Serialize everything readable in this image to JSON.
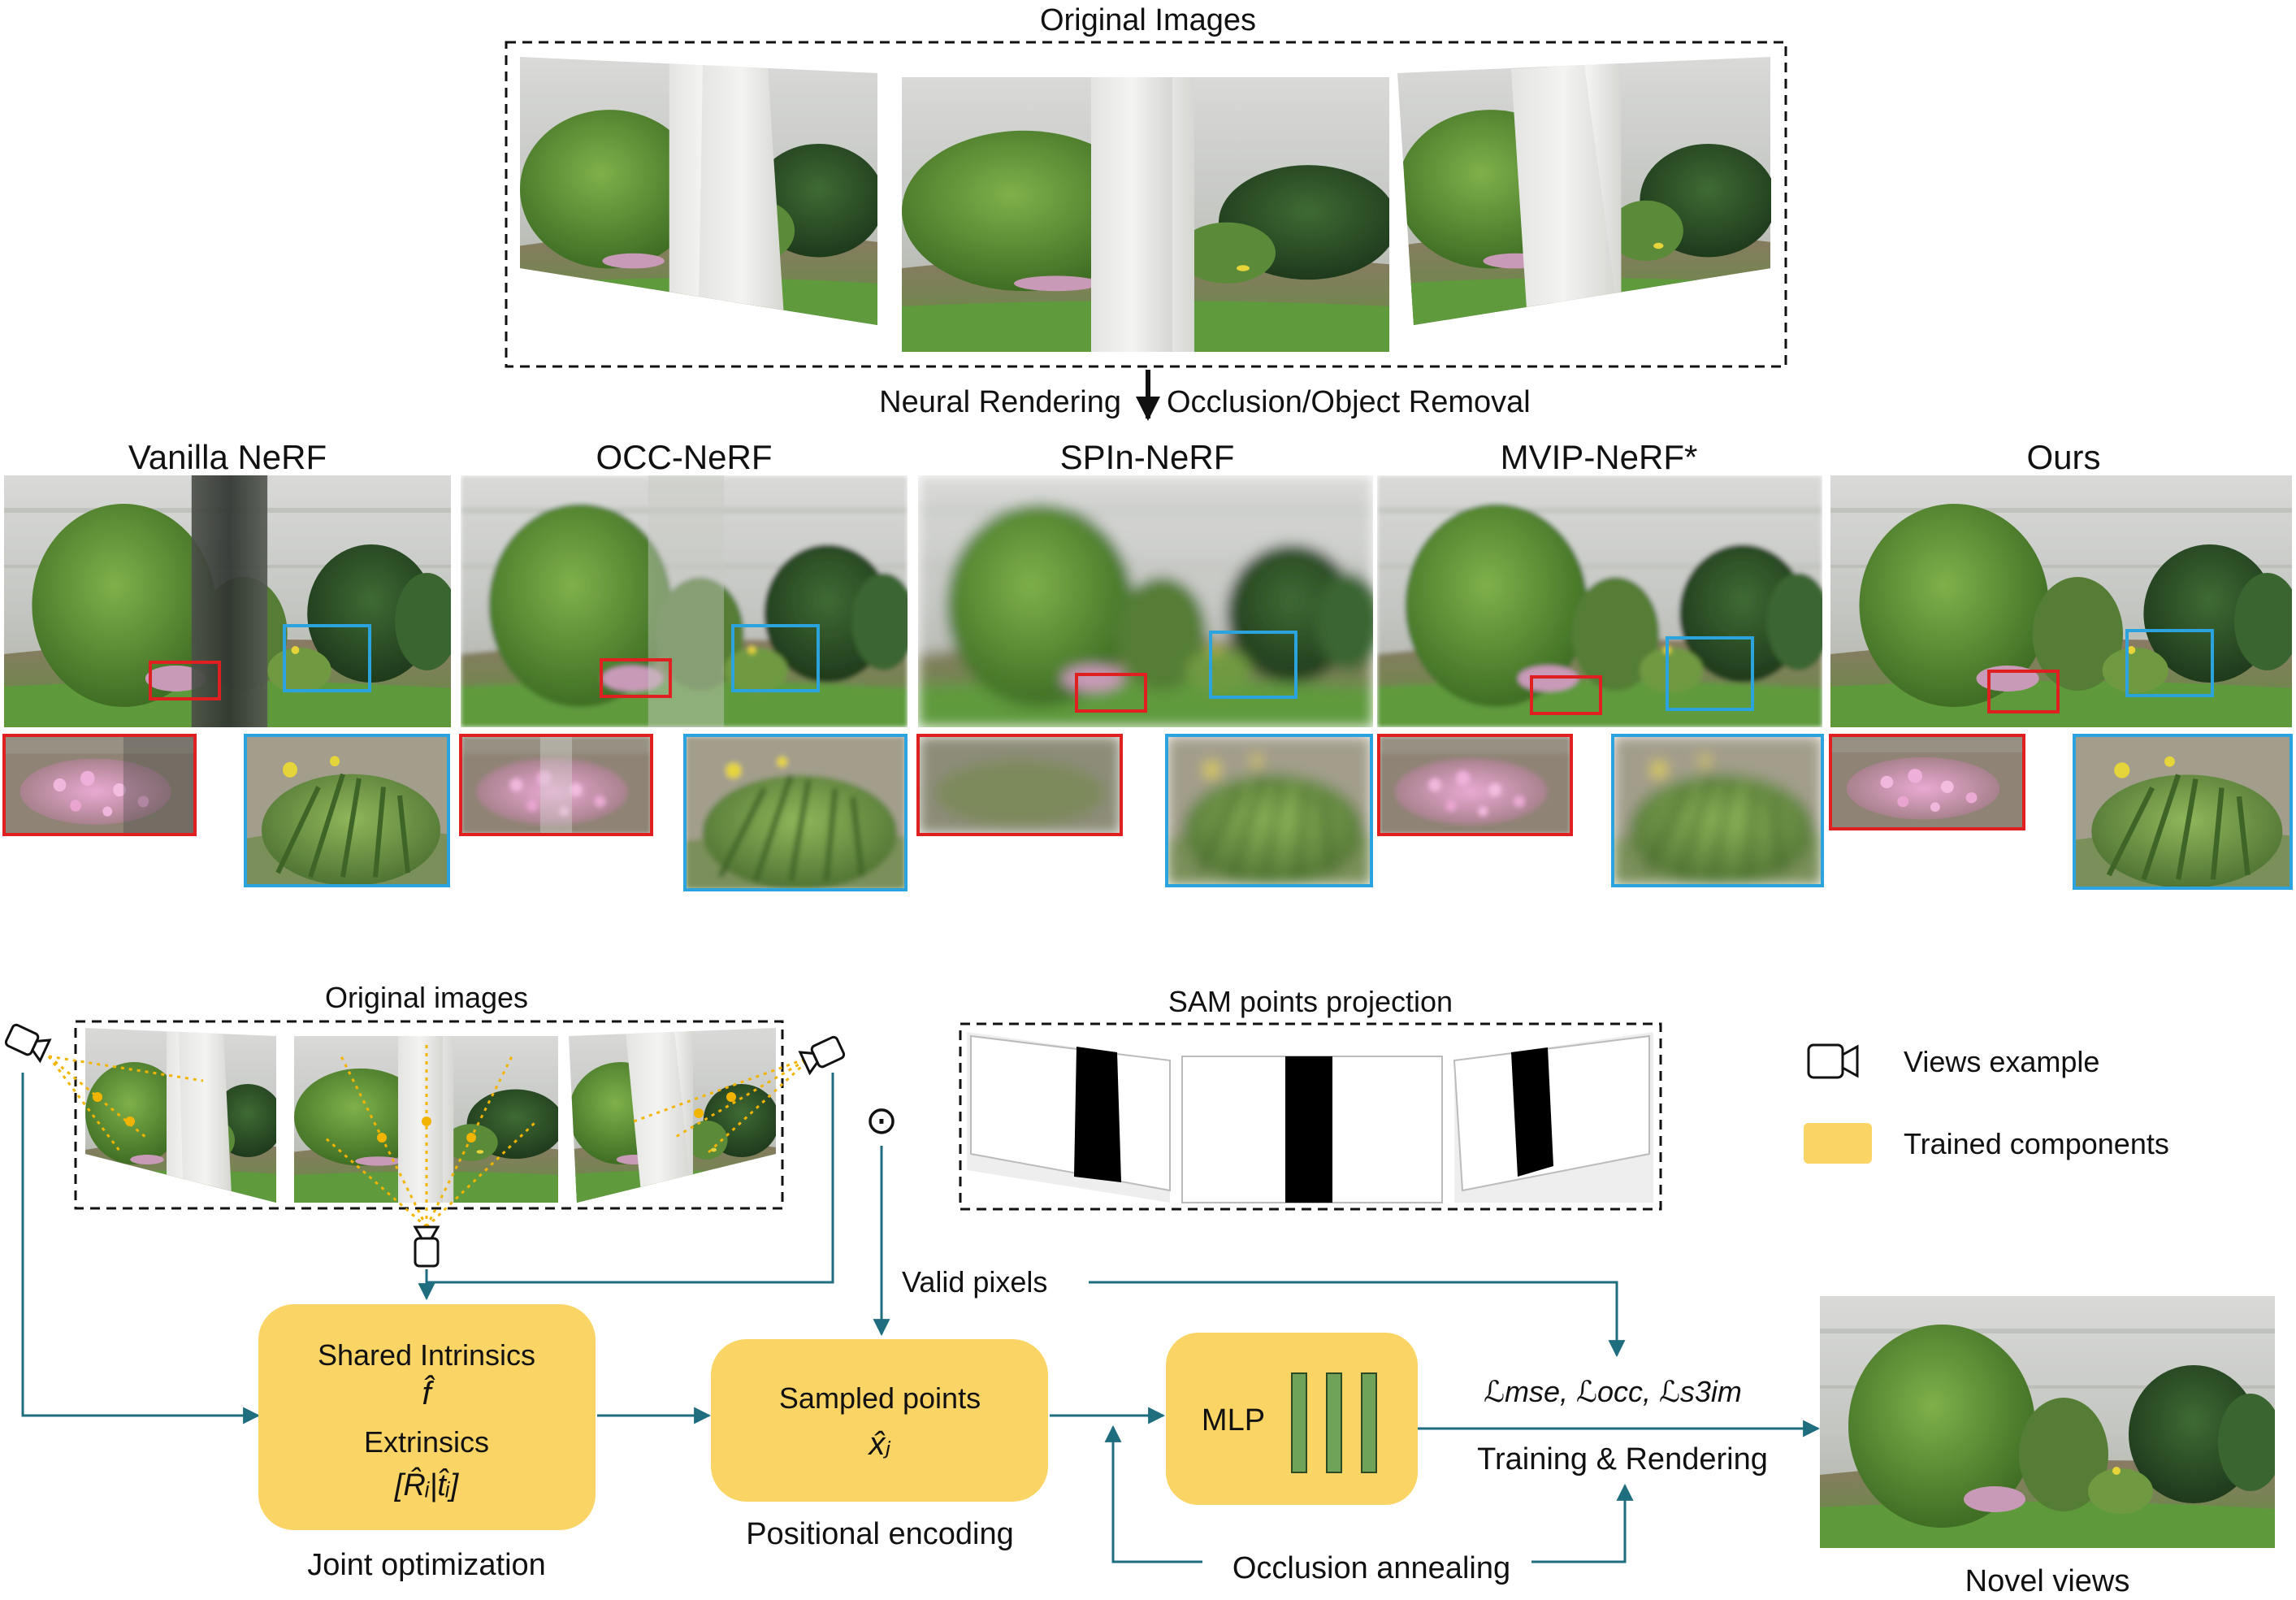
{
  "top": {
    "title": "Original Images",
    "arrow_left_label": "Neural Rendering",
    "arrow_right_label": "Occlusion/Object Removal",
    "methods": [
      "Vanilla NeRF",
      "OCC-NeRF",
      "SPIn-NeRF",
      "MVIP-NeRF*",
      "Ours"
    ]
  },
  "pipeline": {
    "original_images_label": "Original images",
    "sam_label": "SAM points projection",
    "legend": {
      "views": "Views example",
      "trained": "Trained components"
    },
    "intrinsics_title": "Shared Intrinsics",
    "intrinsics_symbol": "f̂",
    "extrinsics_title": "Extrinsics",
    "extrinsics_symbol": "[R̂ᵢ|t̂ᵢ]",
    "joint_caption": "Joint optimization",
    "sampled_title": "Sampled points",
    "sampled_symbol": "x̂ⱼ",
    "positional_caption": "Positional encoding",
    "mlp_label": "MLP",
    "valid_pixels": "Valid pixels",
    "loss_label": "ℒmse, ℒocc, ℒs3im",
    "training_label": "Training & Rendering",
    "occlusion_annealing": "Occlusion annealing",
    "novel_views": "Novel views",
    "odot": "⊙"
  },
  "colors": {
    "trained": "#fad565",
    "flow": "#1f6e80",
    "mlp_bar": "#6fa35a",
    "red_box": "#e02020",
    "blue_box": "#2aa3df",
    "ray": "#f3b400"
  }
}
